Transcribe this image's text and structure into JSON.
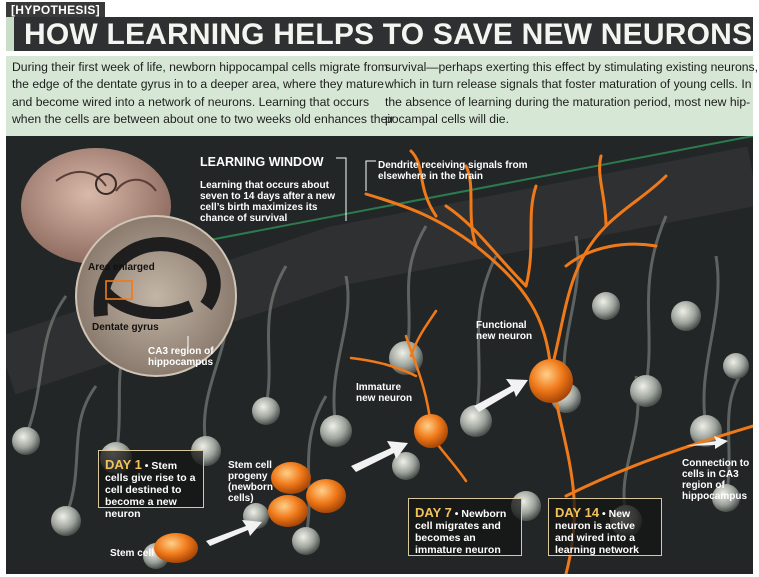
{
  "header": {
    "tag": "[HYPOTHESIS]",
    "title": "HOW LEARNING HELPS TO SAVE NEW NEURONS"
  },
  "intro": {
    "left": [
      "During their first week of life, newborn hippocampal cells migrate from",
      "the edge of the dentate gyrus in to a deeper area, where they mature",
      "and become wired into a network of neurons. Learning that occurs",
      "when the cells are between about one to two weeks old enhances their"
    ],
    "right": [
      "survival—perhaps exerting this effect by stimulating existing neurons,",
      "which in turn release signals that foster maturation of young cells. In",
      "the absence of learning during the maturation period, most new hip-",
      "pocampal cells will die."
    ]
  },
  "diagram": {
    "learning_window": {
      "title": "LEARNING WINDOW",
      "text": "Learning that occurs about\nseven to 14 days after a new\ncell’s birth maximizes its\nchance of survival"
    },
    "labels": {
      "dendrite": "Dendrite receiving signals from\nelsewhere in the brain",
      "area_enlarged": "Area enlarged",
      "dentate_gyrus": "Dentate gyrus",
      "ca3_region": "CA3 region of\nhippocampus",
      "functional_neuron": "Functional\nnew neuron",
      "immature_neuron": "Immature\nnew neuron",
      "progeny": "Stem cell\nprogeny\n(newborn\ncells)",
      "stem_cell": "Stem cell",
      "connection": "Connection to\ncells in CA3\nregion of\nhippocampus"
    },
    "steps": [
      {
        "day": "DAY 1",
        "text": "Stem cells give rise to a cell destined to become a new neuron"
      },
      {
        "day": "DAY 7",
        "text": "Newborn cell migrates and becomes an immature neuron"
      },
      {
        "day": "DAY 14",
        "text": "New neuron is active and wired into a learning network"
      }
    ],
    "colors": {
      "accent_orange": "#f07a1a",
      "day_label": "#f2c35a",
      "intro_bg": "#d7e7d6",
      "title_bg": "#2e3132",
      "panel_bg": "#1f2122"
    }
  }
}
